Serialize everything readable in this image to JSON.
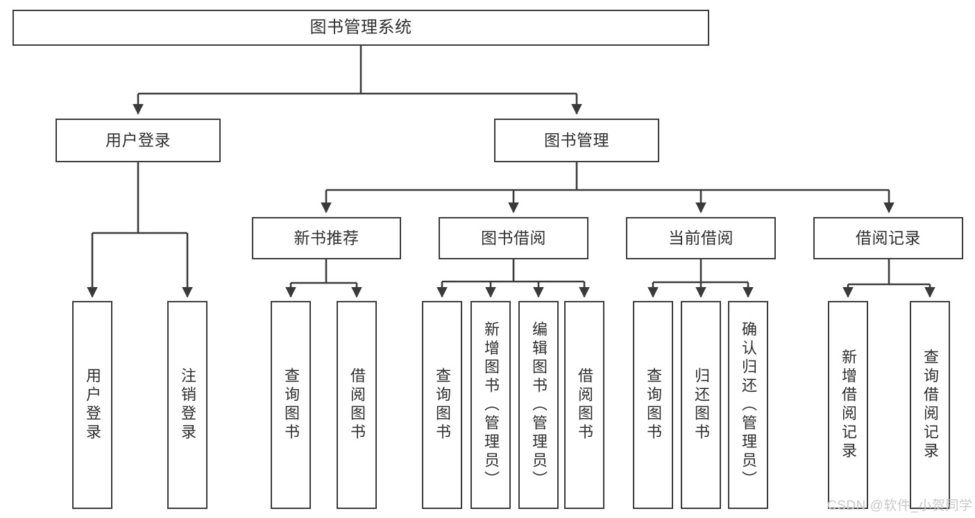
{
  "diagram": {
    "title": "图书管理系统",
    "type": "functional-structure-tree",
    "watermark": "CSDN @软件_小贺同学",
    "colors": {
      "stroke": "#3a3a3c",
      "text": "#2e2e30",
      "background": "#ffffff",
      "watermark": "#c9c9cb"
    },
    "root": {
      "label": "图书管理系统"
    },
    "level2": [
      {
        "label": "用户登录"
      },
      {
        "label": "图书管理"
      }
    ],
    "level3": [
      {
        "label": "新书推荐"
      },
      {
        "label": "图书借阅"
      },
      {
        "label": "当前借阅"
      },
      {
        "label": "借阅记录"
      }
    ],
    "leaves": {
      "user_login": [
        {
          "label": "用户登录"
        },
        {
          "label": "注销登录"
        }
      ],
      "new_book": [
        {
          "label": "查询图书"
        },
        {
          "label": "借阅图书"
        }
      ],
      "book_borrow": [
        {
          "label": "查询图书"
        },
        {
          "label": "新增图书（管理员）"
        },
        {
          "label": "编辑图书（管理员）"
        },
        {
          "label": "借阅图书"
        }
      ],
      "current_borrow": [
        {
          "label": "查询图书"
        },
        {
          "label": "归还图书"
        },
        {
          "label": "确认归还（管理员）"
        }
      ],
      "borrow_record": [
        {
          "label": "新增借阅记录"
        },
        {
          "label": "查询借阅记录"
        }
      ]
    }
  }
}
